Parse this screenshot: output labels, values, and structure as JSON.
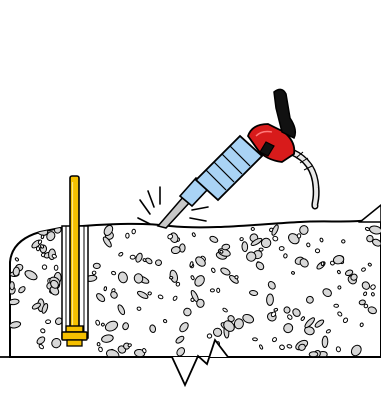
{
  "illustration": {
    "subject": "jackhammer-breaking-concrete",
    "elements": [
      "concrete-slab",
      "anchor-bolt",
      "jackhammer",
      "impact-marks",
      "air-hose"
    ]
  },
  "colors": {
    "outline": "#000000",
    "concrete": "#ffffff",
    "aggregate": "#d8d8d8",
    "bolt": "#f5c000",
    "hammer_body": "#a9d3f5",
    "hammer_handle": "#d81b1b",
    "grip": "#111111",
    "chisel": "#c8c8c8",
    "hose": "#e8e8e8"
  }
}
